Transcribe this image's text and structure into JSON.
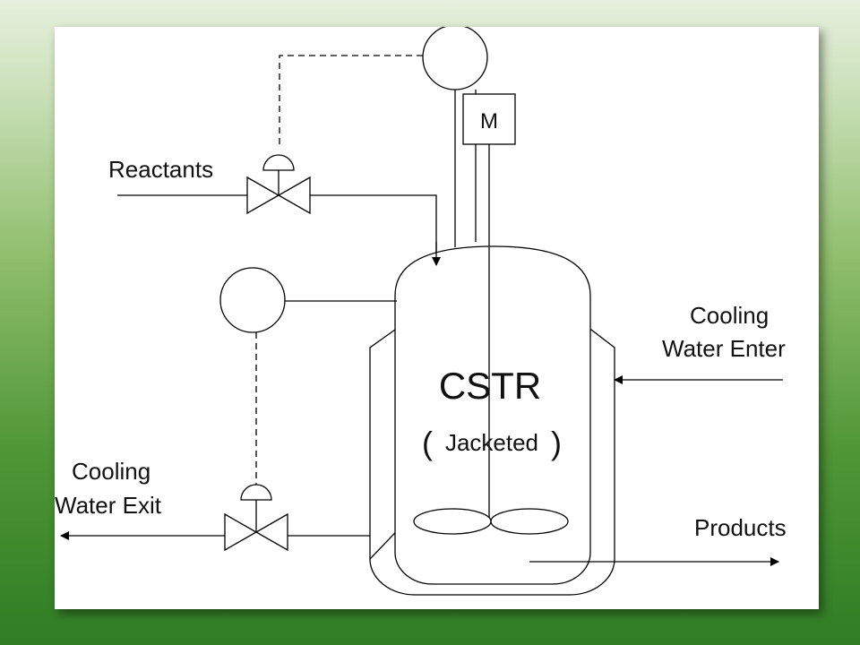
{
  "labels": {
    "reactants": "Reactants",
    "cooling_enter_line1": "Cooling",
    "cooling_enter_line2": "Water Enter",
    "cooling_exit_line1": "Cooling",
    "cooling_exit_line2": "Water Exit",
    "products": "Products",
    "reactor_title": "CSTR",
    "reactor_paren_open": "(",
    "reactor_subtitle": "Jacketed",
    "reactor_paren_close": ")",
    "motor": "M"
  },
  "colors": {
    "line": "#000000",
    "background_top": "#e6f0dd",
    "background_bottom": "#2f7d24",
    "panel": "#ffffff"
  }
}
